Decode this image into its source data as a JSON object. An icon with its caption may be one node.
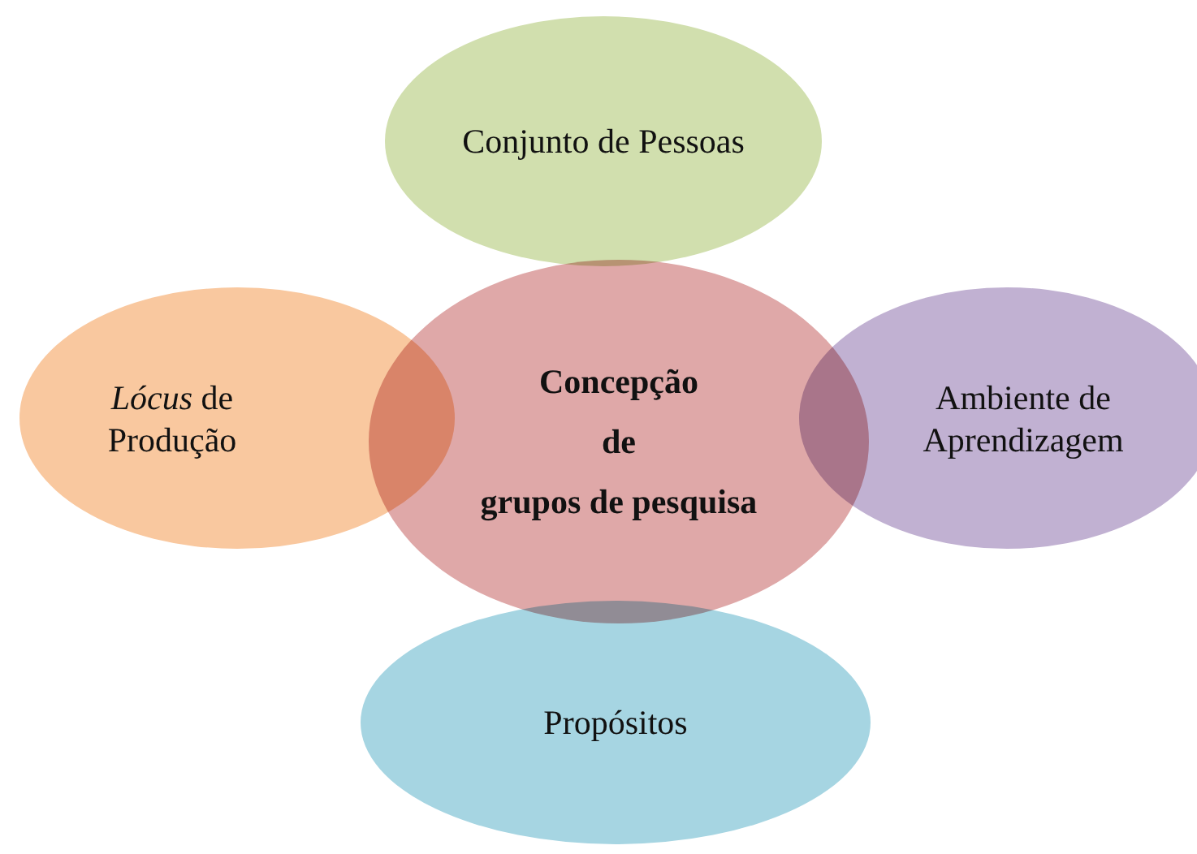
{
  "diagram": {
    "nodes": [
      {
        "text": [
          "Conjunto de Pessoas"
        ]
      },
      {
        "text": [
          "*Lócus* de Produção"
        ]
      },
      {
        "text": [
          "Concepção de grupos de pesquisa"
        ]
      },
      {
        "text": [
          "Ambiente de Aprendizagem"
        ]
      },
      {
        "text": [
          "Propósitos"
        ]
      }
    ],
    "edges": []
  }
}
